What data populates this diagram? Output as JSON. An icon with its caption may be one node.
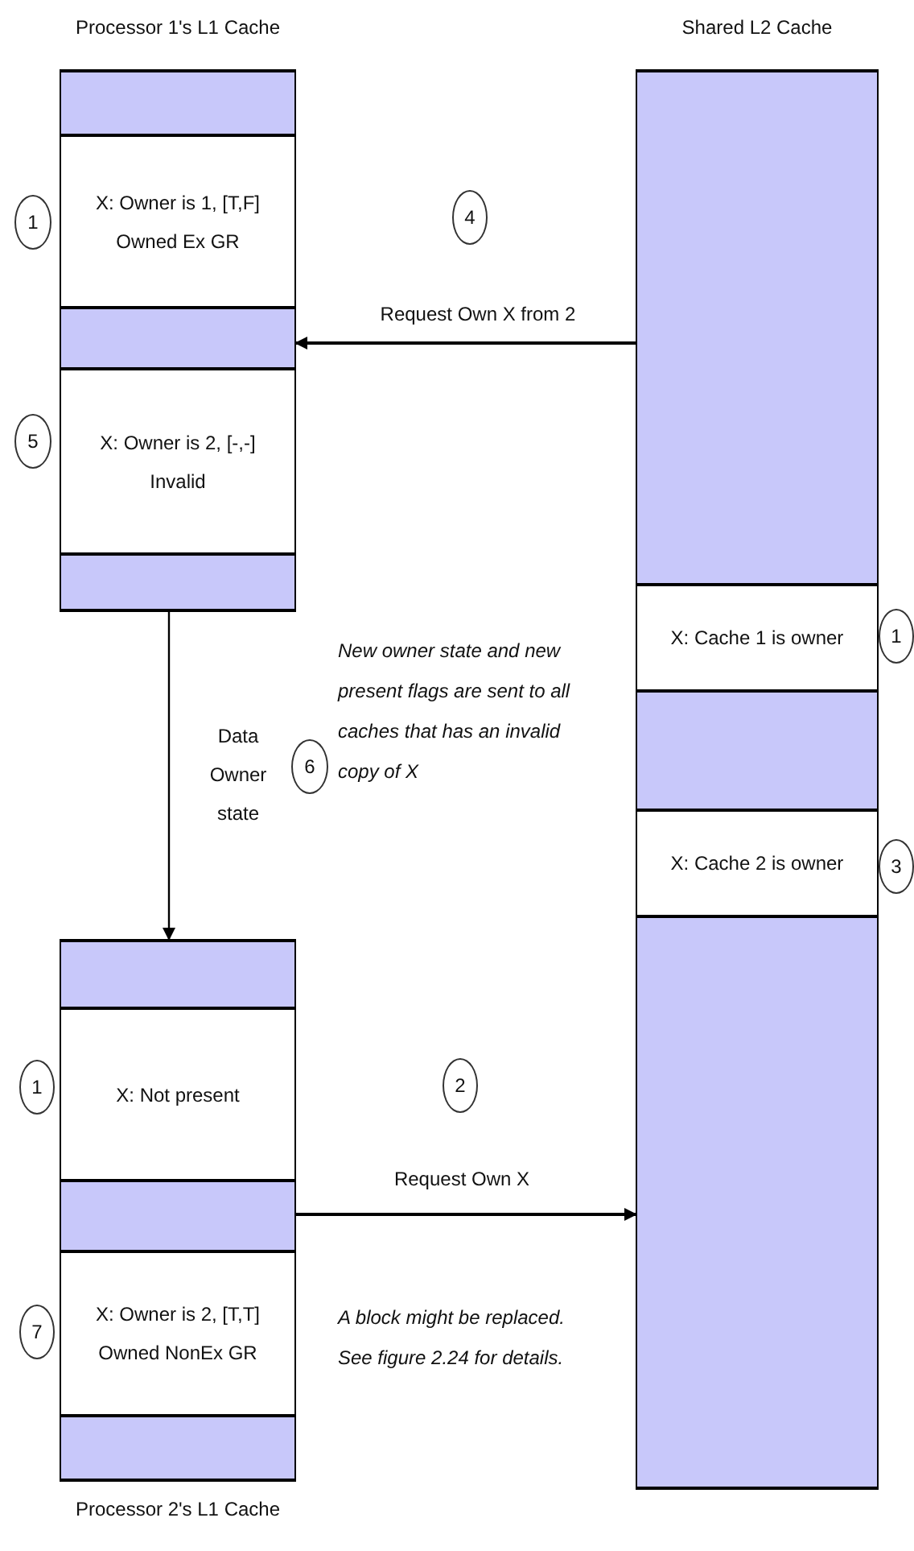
{
  "diagram": {
    "nodes": [
      {
        "text": [
          "Processor 1's L1 Cache"
        ]
      },
      {
        "text": [],
        "shape": "bar",
        "in": 0
      },
      {
        "text": [
          "X: Owner is 1, [T,F]",
          "Owned Ex GR"
        ],
        "in": 0
      },
      {
        "text": [],
        "shape": "bar",
        "in": 0
      },
      {
        "text": [
          "X: Owner is 2, [-,-]",
          "Invalid"
        ],
        "in": 0
      },
      {
        "text": [],
        "shape": "bar",
        "in": 0
      },
      {
        "text": [
          "1"
        ]
      },
      {
        "text": [
          "5"
        ]
      },
      {
        "text": [
          "Shared L2 Cache"
        ]
      },
      {
        "text": [],
        "shape": "bar",
        "in": 8
      },
      {
        "text": [
          "X: Cache 1 is owner"
        ],
        "in": 8
      },
      {
        "text": [],
        "shape": "bar",
        "in": 8
      },
      {
        "text": [
          "X: Cache 2 is owner"
        ],
        "in": 8
      },
      {
        "text": [],
        "shape": "bar",
        "in": 8
      },
      {
        "text": [
          "1"
        ]
      },
      {
        "text": [
          "3"
        ]
      },
      {
        "text": [
          "4"
        ]
      },
      {
        "text": [
          "6"
        ]
      },
      {
        "text": [
          "Processor 2's L1 Cache"
        ]
      },
      {
        "text": [],
        "shape": "bar",
        "in": 18
      },
      {
        "text": [
          "X: Not present"
        ],
        "in": 18
      },
      {
        "text": [],
        "shape": "bar",
        "in": 18
      },
      {
        "text": [
          "X: Owner is 2, [T,T]",
          "Owned NonEx GR"
        ],
        "in": 18
      },
      {
        "text": [],
        "shape": "bar",
        "in": 18
      },
      {
        "text": [
          "1"
        ]
      },
      {
        "text": [
          "7"
        ]
      },
      {
        "text": [
          "2"
        ]
      }
    ],
    "edges": [
      {
        "from": 9,
        "to": 3,
        "arrow": "to",
        "label": "Request Own X from 2"
      },
      {
        "from": 5,
        "to": 19,
        "arrow": "to",
        "label": "Data Owner state"
      },
      {
        "from": 21,
        "to": 13,
        "arrow": "to",
        "label": "Request Own X"
      }
    ],
    "labels": [
      "New owner state and new present flags are sent to all caches that has an invalid copy of X",
      "A block might be replaced. See figure 2.24 for details."
    ]
  }
}
